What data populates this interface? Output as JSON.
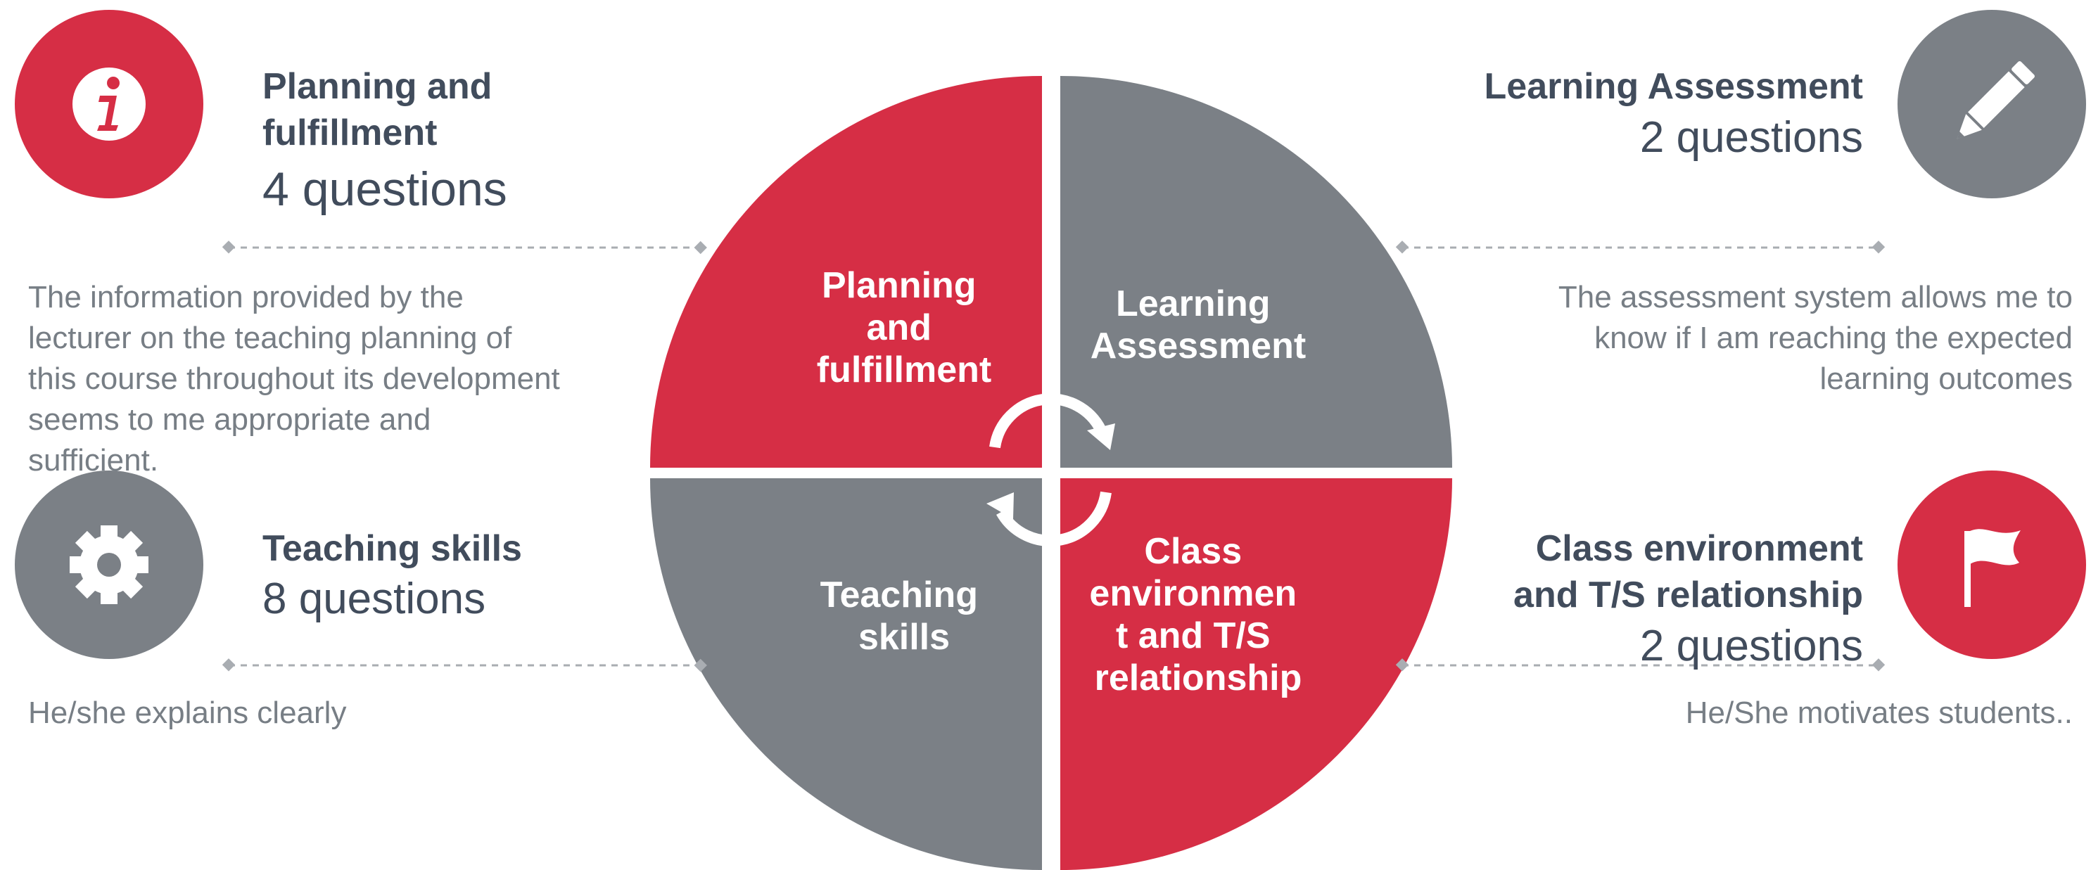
{
  "colors": {
    "red": "#d62e45",
    "gray": "#7b8086",
    "dark_text": "#414c5c",
    "light_text": "#777e85"
  },
  "quadrants": {
    "top_left": {
      "lines": [
        "Planning",
        "and",
        "fulfillment"
      ]
    },
    "top_right": {
      "lines": [
        "Learning",
        "Assessment"
      ]
    },
    "bottom_left": {
      "lines": [
        "Teaching",
        "skills"
      ]
    },
    "bottom_right": {
      "lines": [
        "Class",
        "environmen",
        "t and T/S",
        "relationship"
      ]
    }
  },
  "panels": {
    "planning": {
      "title_lines": [
        "Planning and",
        "fulfillment"
      ],
      "count": "4 questions",
      "description_lines": [
        "The information provided by the",
        "lecturer on the teaching planning of",
        "this course throughout its development",
        "seems to me appropriate and",
        "sufficient."
      ],
      "icon": "info-icon"
    },
    "assessment": {
      "title": "Learning Assessment",
      "count": "2 questions",
      "description_lines": [
        "The assessment system allows me to",
        "know if I am reaching the expected",
        "learning outcomes"
      ],
      "icon": "pencil-icon"
    },
    "teaching": {
      "title": "Teaching skills",
      "count": "8 questions",
      "description": "He/she explains clearly",
      "icon": "gear-icon"
    },
    "environment": {
      "title_lines": [
        "Class environment",
        "and T/S relationship"
      ],
      "count": "2 questions",
      "description": "He/She motivates students..",
      "icon": "flag-icon"
    }
  }
}
